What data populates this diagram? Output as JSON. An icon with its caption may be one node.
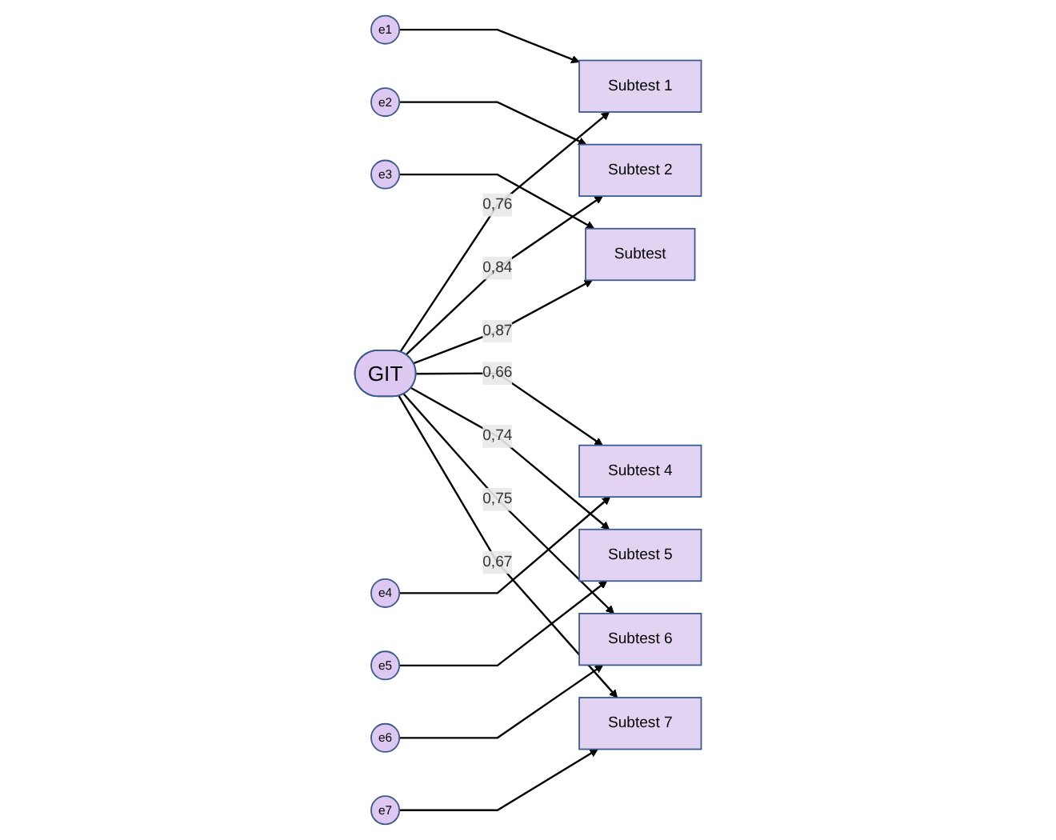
{
  "diagram": {
    "nodes": [
      {
        "text": [
          "GIT"
        ]
      },
      {
        "text": [
          "Subtest 1"
        ]
      },
      {
        "text": [
          "Subtest 2"
        ]
      },
      {
        "text": [
          "Subtest"
        ]
      },
      {
        "text": [
          "Subtest 4"
        ]
      },
      {
        "text": [
          "Subtest 5"
        ]
      },
      {
        "text": [
          "Subtest 6"
        ]
      },
      {
        "text": [
          "Subtest 7"
        ]
      },
      {
        "text": [
          "e1"
        ]
      },
      {
        "text": [
          "e2"
        ]
      },
      {
        "text": [
          "e3"
        ]
      },
      {
        "text": [
          "e4"
        ]
      },
      {
        "text": [
          "e5"
        ]
      },
      {
        "text": [
          "e6"
        ]
      },
      {
        "text": [
          "e7"
        ]
      }
    ],
    "edges": [
      {
        "from": 0,
        "to": 1,
        "arrow": "to",
        "label": "0,76"
      },
      {
        "from": 0,
        "to": 2,
        "arrow": "to",
        "label": "0,84"
      },
      {
        "from": 0,
        "to": 3,
        "arrow": "to",
        "label": "0,87"
      },
      {
        "from": 0,
        "to": 4,
        "arrow": "to",
        "label": "0,66"
      },
      {
        "from": 0,
        "to": 5,
        "arrow": "to",
        "label": "0,74"
      },
      {
        "from": 0,
        "to": 6,
        "arrow": "to",
        "label": "0,75"
      },
      {
        "from": 0,
        "to": 7,
        "arrow": "to",
        "label": "0,67"
      },
      {
        "from": 8,
        "to": 1,
        "arrow": "to"
      },
      {
        "from": 9,
        "to": 2,
        "arrow": "to"
      },
      {
        "from": 10,
        "to": 3,
        "arrow": "to"
      },
      {
        "from": 11,
        "to": 4,
        "arrow": "to"
      },
      {
        "from": 12,
        "to": 5,
        "arrow": "to"
      },
      {
        "from": 13,
        "to": 6,
        "arrow": "to"
      },
      {
        "from": 14,
        "to": 7,
        "arrow": "to"
      }
    ]
  }
}
